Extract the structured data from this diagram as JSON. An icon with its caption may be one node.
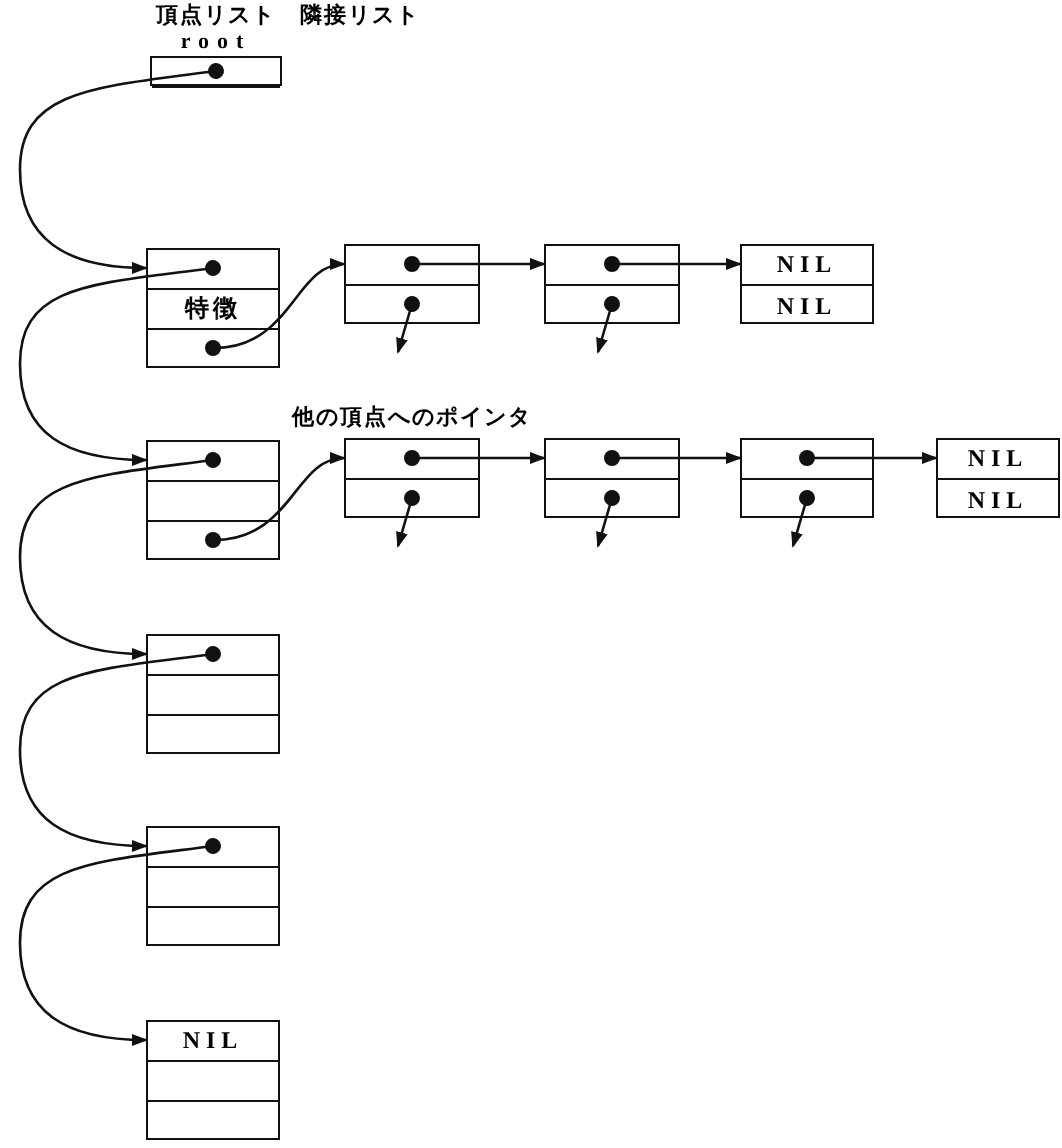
{
  "diagram": {
    "nodes": [
      {
        "text": [
          "root"
        ]
      },
      {
        "text": [
          "特徴"
        ]
      },
      {
        "text": [],
        "shape": "box"
      },
      {
        "text": [],
        "shape": "box"
      },
      {
        "text": [
          "NIL",
          "NIL"
        ]
      },
      {
        "text": [],
        "shape": "box"
      },
      {
        "text": [],
        "shape": "box"
      },
      {
        "text": [],
        "shape": "box"
      },
      {
        "text": [],
        "shape": "box"
      },
      {
        "text": [
          "NIL",
          "NIL"
        ]
      },
      {
        "text": [],
        "shape": "box"
      },
      {
        "text": [],
        "shape": "box"
      },
      {
        "text": [
          "NIL"
        ]
      }
    ],
    "edges": [
      {
        "from": 0,
        "to": 1,
        "arrow": "to"
      },
      {
        "from": 1,
        "to": 5,
        "arrow": "to"
      },
      {
        "from": 1,
        "to": 2,
        "arrow": "to"
      },
      {
        "from": 2,
        "to": 3,
        "arrow": "to"
      },
      {
        "from": 3,
        "to": 4,
        "arrow": "to"
      },
      {
        "from": 2,
        "to": null,
        "arrow": "to"
      },
      {
        "from": 3,
        "to": null,
        "arrow": "to"
      },
      {
        "from": 5,
        "to": 10,
        "arrow": "to"
      },
      {
        "from": 5,
        "to": 6,
        "arrow": "to"
      },
      {
        "from": 6,
        "to": 7,
        "arrow": "to"
      },
      {
        "from": 7,
        "to": 8,
        "arrow": "to"
      },
      {
        "from": 8,
        "to": 9,
        "arrow": "to"
      },
      {
        "from": 6,
        "to": null,
        "arrow": "to"
      },
      {
        "from": 7,
        "to": null,
        "arrow": "to"
      },
      {
        "from": 8,
        "to": null,
        "arrow": "to"
      },
      {
        "from": 10,
        "to": 11,
        "arrow": "to"
      },
      {
        "from": 11,
        "to": 12,
        "arrow": "to"
      }
    ],
    "labels": [
      "頂点リスト",
      "隣接リスト",
      "他の頂点へのポインタ"
    ]
  }
}
